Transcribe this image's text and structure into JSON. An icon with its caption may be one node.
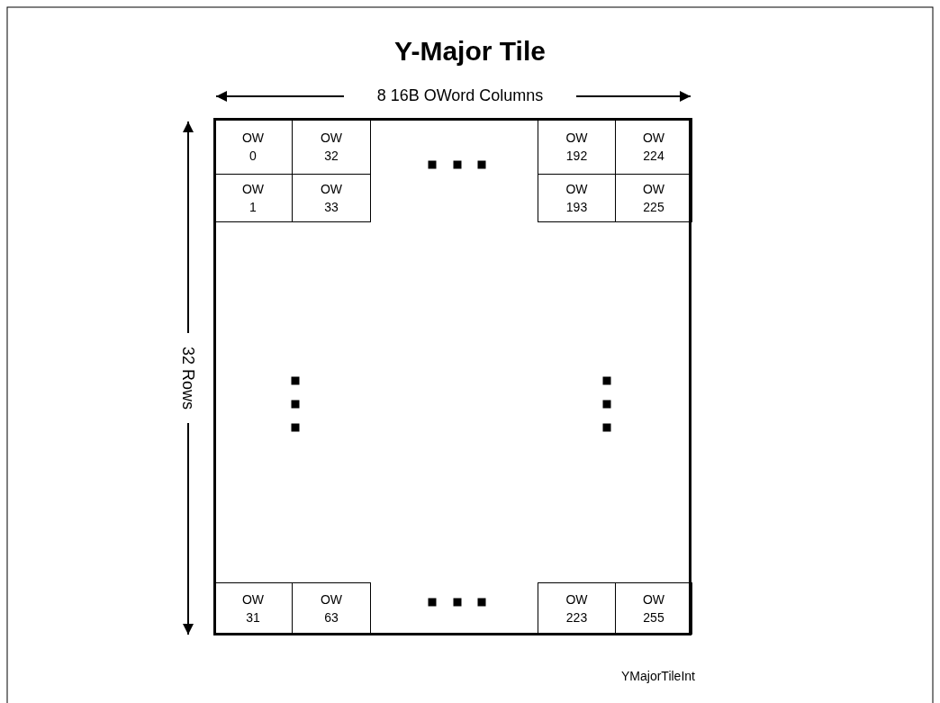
{
  "diagram": {
    "title": "Y-Major Tile",
    "caption": "YMajorTileInt",
    "nodes": [
      {
        "text": [],
        "shape": "box"
      },
      {
        "text": [
          "OW 0"
        ],
        "in": 0
      },
      {
        "text": [
          "OW 32"
        ],
        "in": 0
      },
      {
        "text": [
          "OW 192"
        ],
        "in": 0
      },
      {
        "text": [
          "OW 224"
        ],
        "in": 0
      },
      {
        "text": [
          "OW 1"
        ],
        "in": 0
      },
      {
        "text": [
          "OW 33"
        ],
        "in": 0
      },
      {
        "text": [
          "OW 193"
        ],
        "in": 0
      },
      {
        "text": [
          "OW 225"
        ],
        "in": 0
      },
      {
        "text": [
          "OW 31"
        ],
        "in": 0
      },
      {
        "text": [
          "OW 63"
        ],
        "in": 0
      },
      {
        "text": [
          "OW 223"
        ],
        "in": 0
      },
      {
        "text": [
          "OW 255"
        ],
        "in": 0
      }
    ],
    "labels": [
      "8 16B OWord Columns",
      "32 Rows"
    ]
  }
}
